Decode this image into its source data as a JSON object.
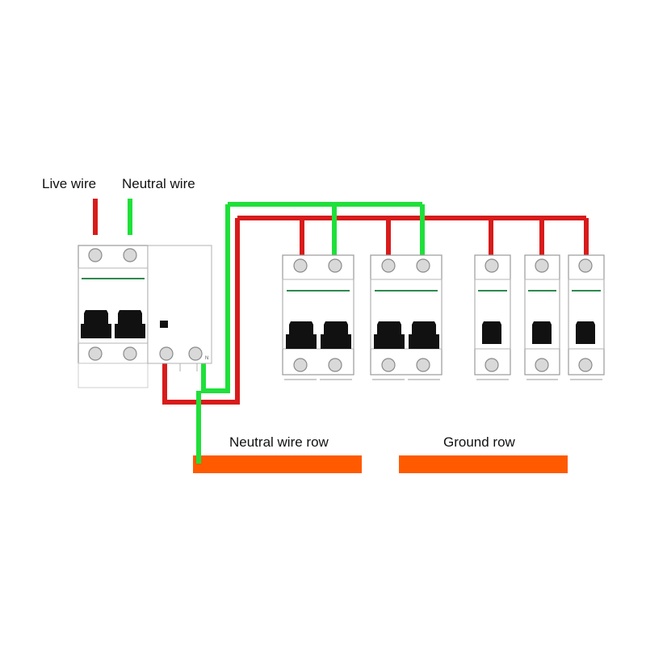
{
  "labels": {
    "live_wire": "Live wire",
    "neutral_wire": "Neutral wire",
    "neutral_row": "Neutral wire row",
    "ground_row": "Ground row",
    "rcd_n_mark": "N"
  },
  "colors": {
    "live": "#d81b1b",
    "neutral": "#1fe03a",
    "busbar": "#ff5a00",
    "text": "#111111"
  }
}
